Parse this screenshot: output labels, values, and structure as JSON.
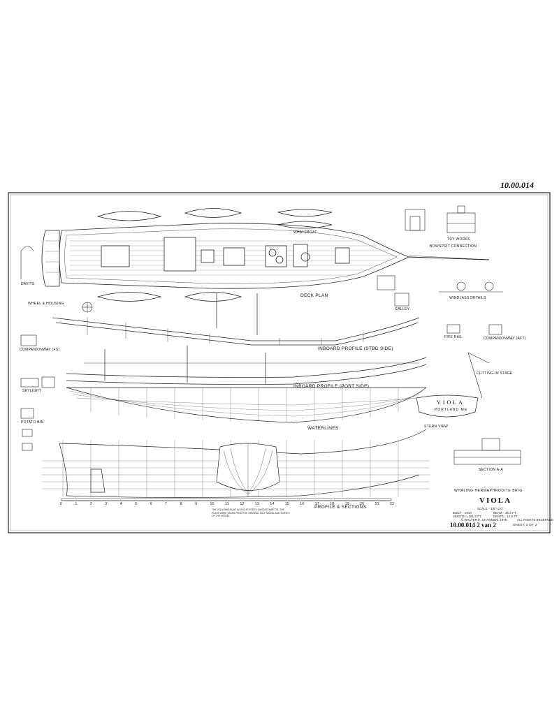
{
  "sheet": {
    "reference_number": "10.00.014",
    "labels": {
      "deck_plan": "DECK PLAN",
      "inboard_profile_stbd": "INBOARD PROFILE (STBD SIDE)",
      "inboard_profile_port": "INBOARD PROFILE (PORT SIDE)",
      "waterlines": "WATERLINES",
      "profile_sections": "PROFILE & SECTIONS",
      "stern_view": "STERN VIEW",
      "section_aa": "SECTION A-A",
      "try_works": "TRY WORKS",
      "windlass_details": "WINDLASS DETAILS",
      "wheel_housing": "WHEEL & HOUSING",
      "davits": "DAVITS",
      "whaleboat": "WHALEBOAT",
      "skylight": "SKYLIGHT",
      "potato_bin": "POTATO BIN",
      "companionway_fs": "COMPANIONWAY (FS)",
      "companionway_aft": "COMPANIONWAY (AFT)",
      "fife_rail": "FIFE RAIL",
      "cutting_in_stage": "CUTTING-IN STAGE",
      "bowsprit_connection": "BOWSPRIT CONNECTION",
      "galley": "GALLEY",
      "scale": "SCALE"
    },
    "stern_board": {
      "name": "VIOLA",
      "port": "PORTLAND ME"
    },
    "title_block": {
      "subtitle": "WHALING HERMAPHRODITE BRIG",
      "title": "VIOLA",
      "scale": "SCALE - 3/8\"=1'0\"",
      "built": "BUILT - 1910",
      "length": "LENGTH - 101.5 FT.",
      "beam": "BEAM - 25.5 FT.",
      "draft": "DRAFT - 12.5 FT.",
      "copyright": "© WALTER E. CHANNING 1975",
      "rights": "ALL RIGHTS RESERVED",
      "sheet_number": "10.00.014",
      "sheet_of": "2 van 2",
      "sheet_label": "SHEET 2 OF 2"
    },
    "scale_numbers": [
      "0",
      "1",
      "2",
      "3",
      "4",
      "5",
      "6",
      "7",
      "8",
      "9",
      "10",
      "11",
      "12",
      "13",
      "14",
      "15",
      "16",
      "17",
      "18",
      "19",
      "20",
      "21",
      "22"
    ],
    "notes": "THE VIOLA WAS BUILT IN 1910 AT ESSEX, MASSACHUSETTS. THE PLANS WERE TAKEN FROM THE ORIGINAL HALF MODEL AND SURVEY OF THE VESSEL."
  }
}
